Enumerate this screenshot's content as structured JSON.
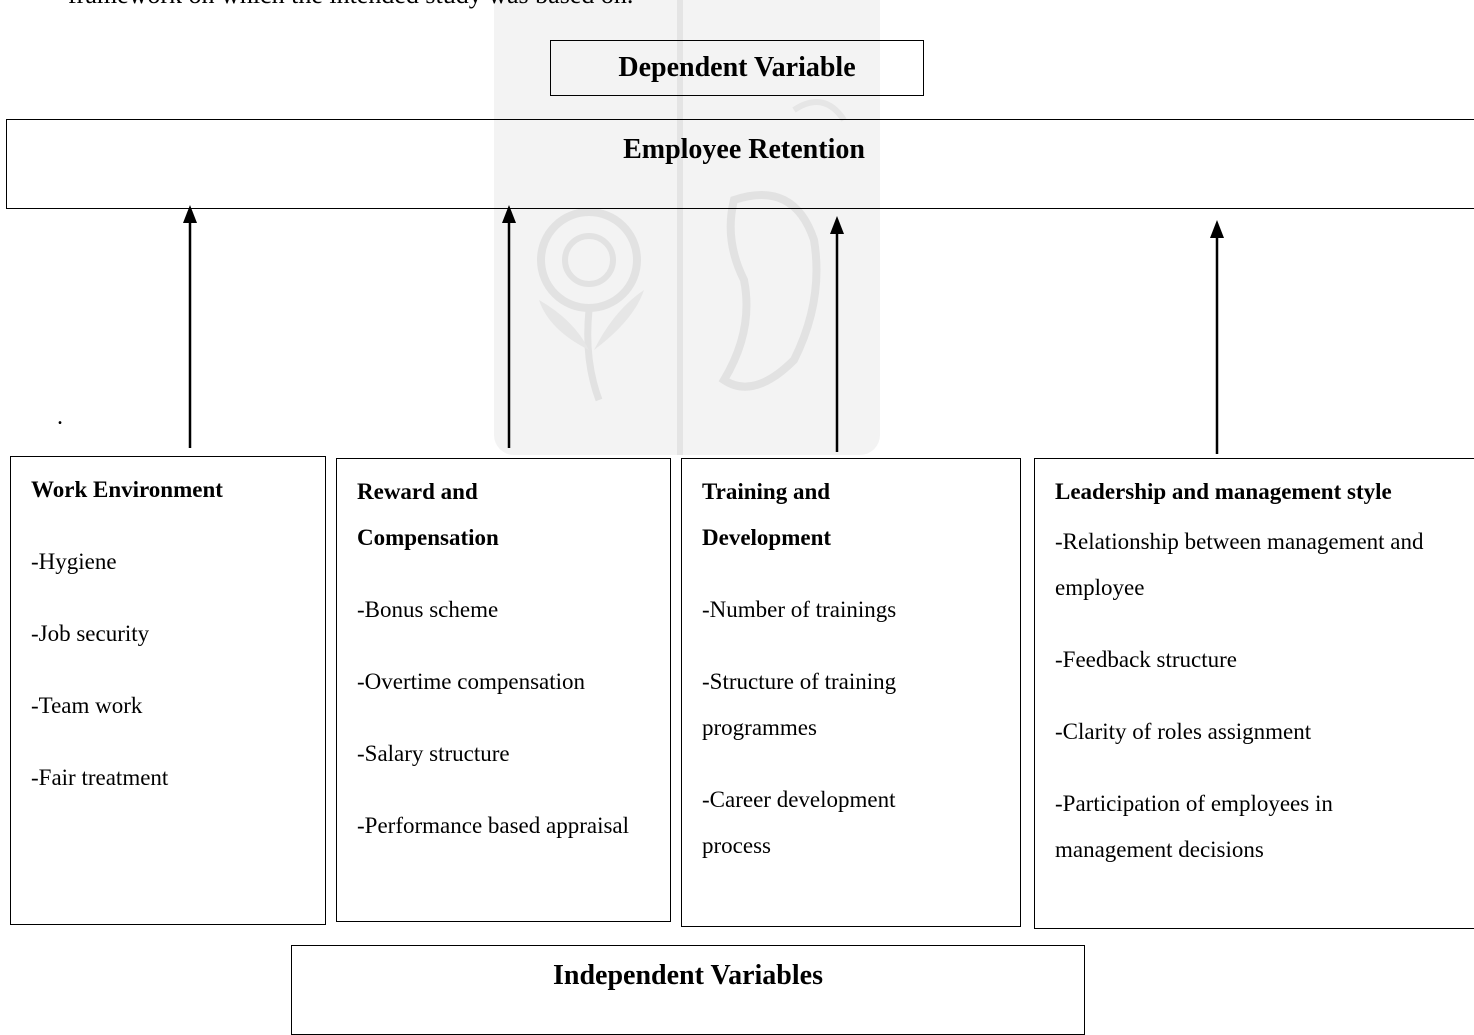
{
  "cut_text": "framework on which the intended study was based on.",
  "dependent_label": "Dependent Variable",
  "dependent_box": "Employee Retention",
  "stray_mark": ".",
  "independent_label": "Independent Variables",
  "variables": [
    {
      "title": "Work Environment",
      "items": [
        "-Hygiene",
        "-Job security",
        "-Team work",
        "-Fair treatment"
      ]
    },
    {
      "title": "Reward and Compensation",
      "items": [
        "-Bonus scheme",
        "-Overtime compensation",
        "-Salary structure",
        "-Performance based appraisal"
      ]
    },
    {
      "title": "Training and Development",
      "items": [
        "-Number of trainings",
        "-Structure of training programmes",
        "-Career development process"
      ]
    },
    {
      "title": "Leadership and management style",
      "items": [
        "-Relationship between management and employee",
        "-Feedback structure",
        "-Clarity of roles assignment",
        "-Participation of employees in management decisions"
      ]
    }
  ],
  "colors": {
    "line": "#000000",
    "watermark": "#f3f3f3"
  }
}
